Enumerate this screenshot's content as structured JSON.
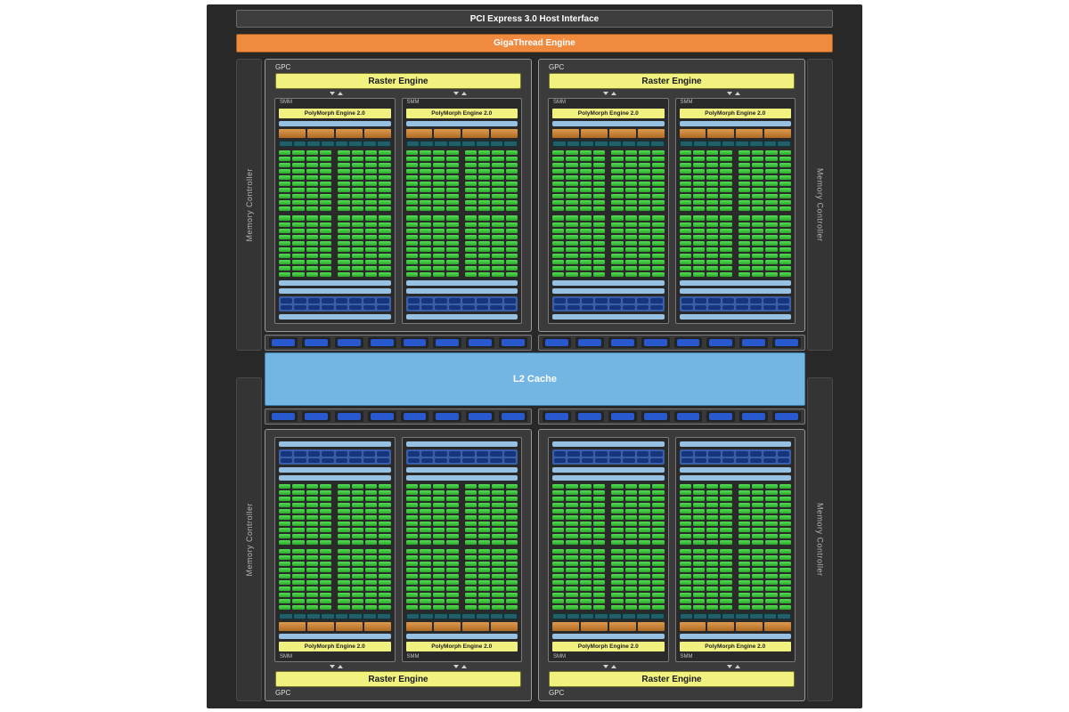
{
  "diagram": {
    "pci_label": "PCI Express 3.0 Host Interface",
    "gigathread_label": "GigaThread Engine",
    "l2_label": "L2 Cache",
    "memory_controller_label": "Memory Controller",
    "gpc_label": "GPC",
    "raster_label": "Raster Engine",
    "sm_label": "SMM",
    "polymorph_label": "PolyMorph Engine 2.0"
  },
  "structure": {
    "gpc_rows": 2,
    "gpcs_per_row": 2,
    "sms_per_gpc": 2,
    "core_columns": 8,
    "core_rows": 20,
    "core_row_block_split": 10,
    "core_column_block_split": 4,
    "scheduler_segments_per_sm": 4,
    "texture_segments_per_sm": 8,
    "ldst_pill_rows": 2,
    "ldst_pills_per_row": 8,
    "l2_pill_boxes_per_band": 2,
    "l2_pills_per_box": 8,
    "memory_controller_strips": 4
  },
  "colors": {
    "chip_background": "#282828",
    "gigathread_orange": "#f08a3f",
    "engine_yellow": "#f0f17e",
    "core_green": "#36c836",
    "light_blue_bar": "#97c1e3",
    "l2_blue": "#73b6e3",
    "rop_pill_blue": "#2859ce",
    "ldst_pill_blue": "#16357d",
    "scheduler_orange": "#c87b31",
    "texture_teal": "#226069"
  }
}
